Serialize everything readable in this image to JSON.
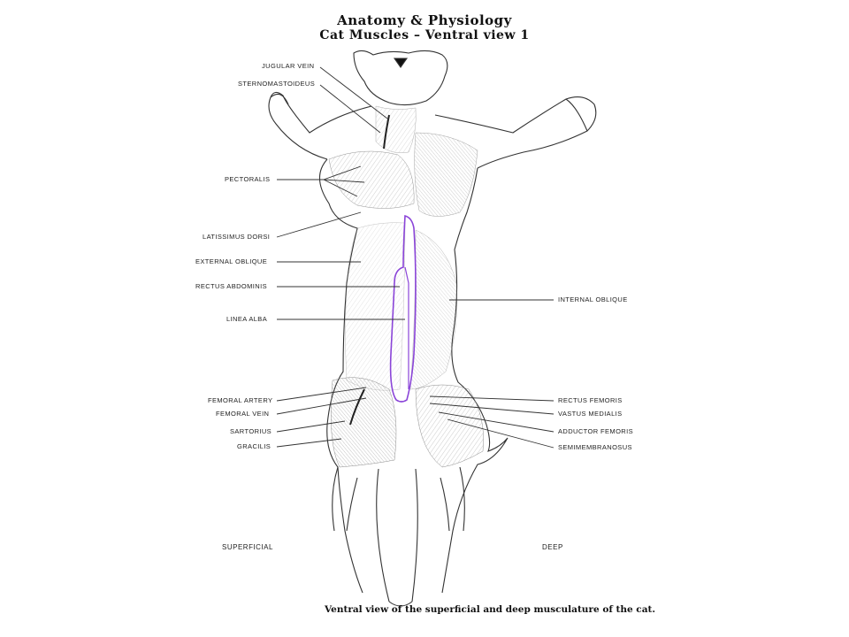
{
  "title": {
    "line1": "Anatomy & Physiology",
    "line2": "Cat Muscles – Ventral view 1"
  },
  "labels_left": [
    {
      "id": "jugular-vein",
      "text": "JUGULAR VEIN"
    },
    {
      "id": "sternomastoideus",
      "text": "STERNOMASTOIDEUS"
    },
    {
      "id": "pectoralis",
      "text": "PECTORALIS"
    },
    {
      "id": "latissimus-dorsi",
      "text": "LATISSIMUS DORSI"
    },
    {
      "id": "external-oblique",
      "text": "EXTERNAL OBLIQUE"
    },
    {
      "id": "rectus-abdominis",
      "text": "RECTUS ABDOMINIS"
    },
    {
      "id": "linea-alba",
      "text": "LINEA ALBA"
    },
    {
      "id": "femoral-artery",
      "text": "FEMORAL ARTERY"
    },
    {
      "id": "femoral-vein",
      "text": "FEMORAL VEIN"
    },
    {
      "id": "sartorius",
      "text": "SARTORIUS"
    },
    {
      "id": "gracilis",
      "text": "GRACILIS"
    }
  ],
  "labels_right": [
    {
      "id": "internal-oblique",
      "text": "INTERNAL OBLIQUE"
    },
    {
      "id": "rectus-femoris",
      "text": "RECTUS FEMORIS"
    },
    {
      "id": "vastus-medialis",
      "text": "VASTUS MEDIALIS"
    },
    {
      "id": "adductor-femoris",
      "text": "ADDUCTOR FEMORIS"
    },
    {
      "id": "semimembranosus",
      "text": "SEMIMEMBRANOSUS"
    }
  ],
  "side_labels": {
    "left": "SUPERFICIAL",
    "right": "DEEP"
  },
  "caption": "Ventral view of the superficial and deep musculature of the cat.",
  "colors": {
    "outline": "#333333",
    "highlight": "#8a44d8"
  }
}
